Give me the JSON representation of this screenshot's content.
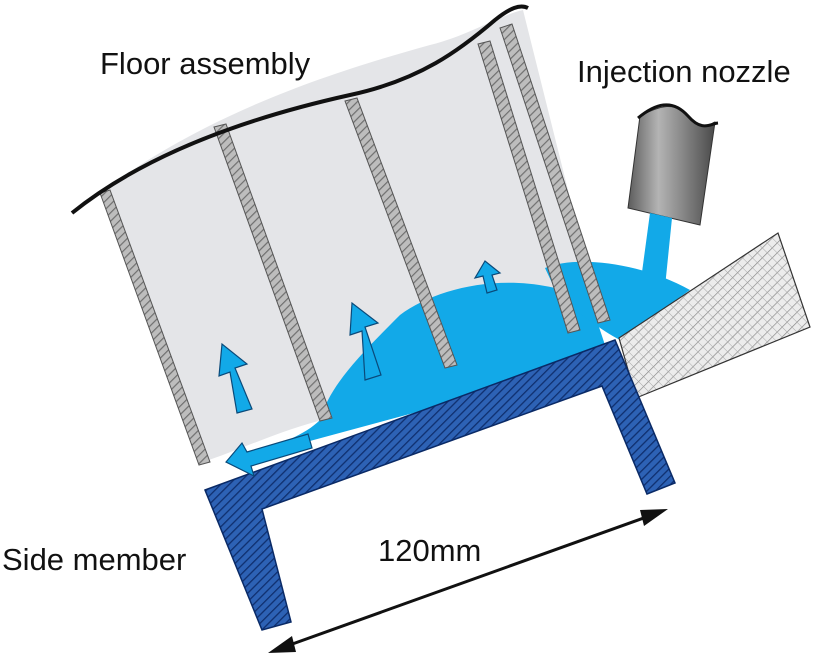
{
  "labels": {
    "floor_assembly": "Floor assembly",
    "injection_nozzle": "Injection nozzle",
    "side_member": "Side member",
    "dimension": "120mm"
  },
  "colors": {
    "adhesive": "#12a9e8",
    "side_member": "#1f4f9e",
    "floor_panel": "#e4e5e8",
    "rib": "#9a9a9a",
    "nozzle": "#8f8f8f",
    "outline": "#111111"
  },
  "icons": [
    "flow-arrow",
    "dimension-arrow",
    "nozzle-icon"
  ]
}
